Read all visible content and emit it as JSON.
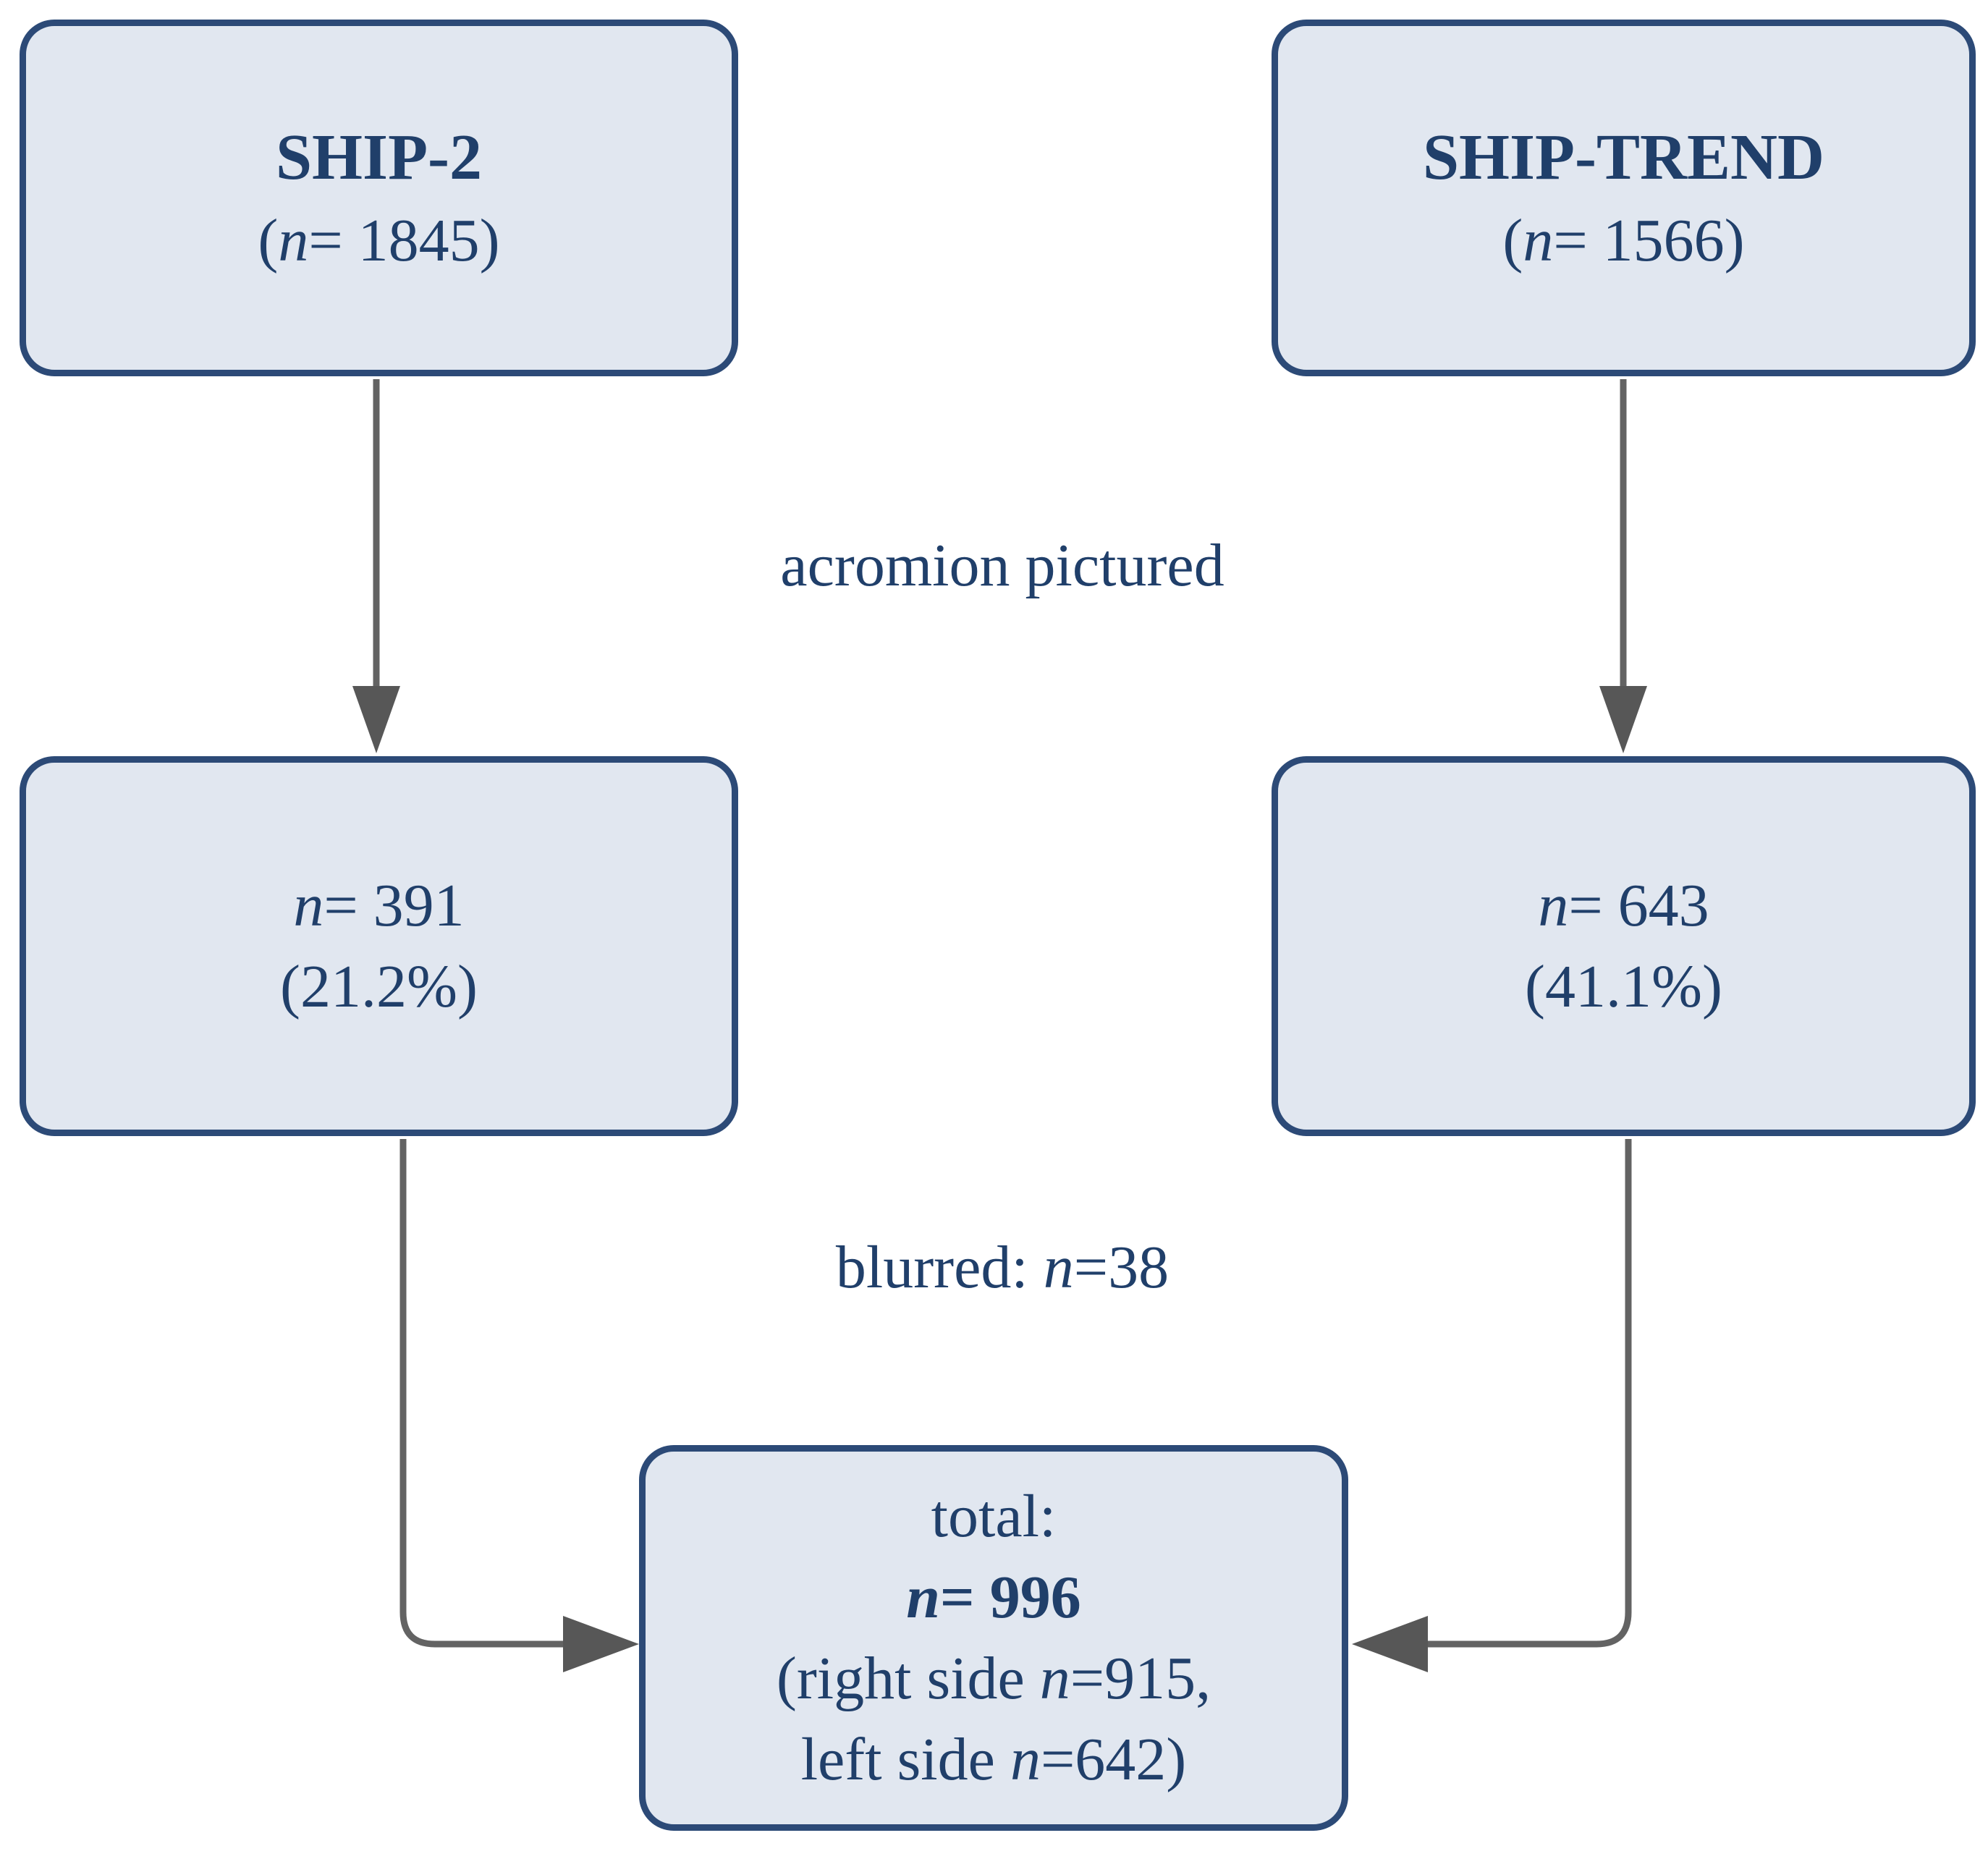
{
  "diagram": {
    "nodes": {
      "ship2": {
        "title": "SHIP-2",
        "sub_pre": "(",
        "sub_n": "n",
        "sub_rest": "= 1845)"
      },
      "shiptrend": {
        "title": "SHIP-TREND",
        "sub_pre": "(",
        "sub_n": "n",
        "sub_rest": "= 1566)"
      },
      "ship2_filtered": {
        "line1_n": "n",
        "line1_rest": "= 391",
        "line2": "(21.2%)"
      },
      "shiptrend_filtered": {
        "line1_n": "n",
        "line1_rest": "= 643",
        "line2": "(41.1%)"
      },
      "total": {
        "line1": "total:",
        "line2_n": "n",
        "line2_rest": "= 996",
        "line3_pre": "(right side ",
        "line3_n": "n",
        "line3_rest": "=915,",
        "line4_pre": "left side ",
        "line4_n": "n",
        "line4_rest": "=642)"
      }
    },
    "edge_labels": {
      "selection": "acromion pictured",
      "exclusion_pre": "blurred: ",
      "exclusion_n": "n",
      "exclusion_rest": "=38"
    },
    "colors": {
      "node_fill": "#e1e7f0",
      "node_border": "#2c4a77",
      "text": "#203f6a",
      "arrow_line": "#636363",
      "arrow_head": "#575757"
    }
  }
}
